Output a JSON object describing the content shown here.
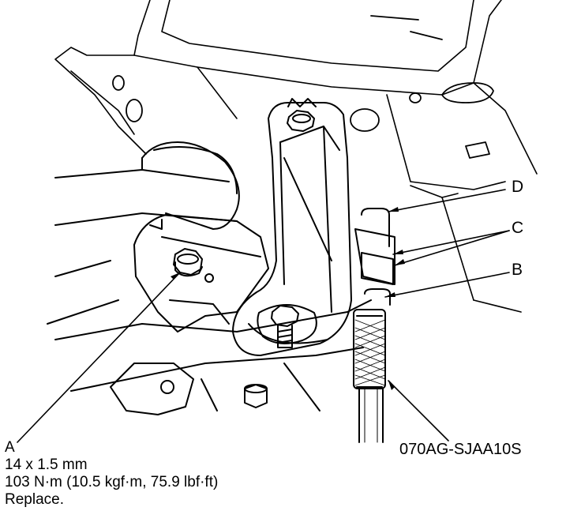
{
  "callouts": {
    "a": "A",
    "b": "B",
    "c": "C",
    "d": "D",
    "tool": "070AG-SJAA10S"
  },
  "spec": {
    "thread": "14 x 1.5 mm",
    "torque": "103 N·m (10.5 kgf·m, 75.9 lbf·ft)",
    "instruction": "Replace."
  }
}
